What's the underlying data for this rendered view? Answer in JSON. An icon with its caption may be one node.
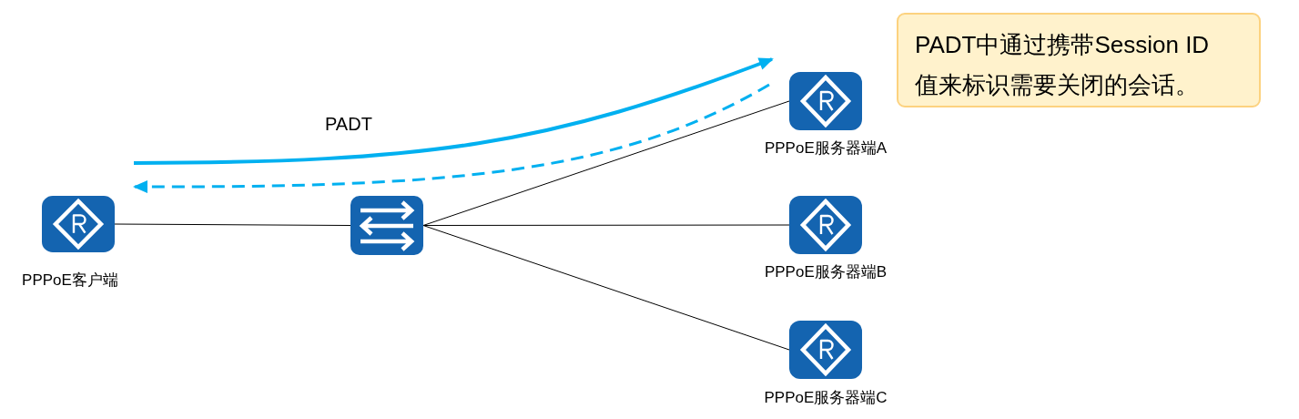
{
  "diagram": {
    "nodes": [
      {
        "text": [
          "PPPoE客户端"
        ]
      },
      {
        "text": [],
        "shape": "picture"
      },
      {
        "text": [
          "PPPoE服务器端A"
        ]
      },
      {
        "text": [
          "PPPoE服务器端B"
        ]
      },
      {
        "text": [
          "PPPoE服务器端C"
        ]
      },
      {
        "text": [
          "PADT中通过携带Session ID值来标识需要关闭的会话。"
        ]
      }
    ],
    "edges": [
      {
        "from": 0,
        "to": 1,
        "arrow": "none"
      },
      {
        "from": 1,
        "to": 2,
        "arrow": "none"
      },
      {
        "from": 1,
        "to": 3,
        "arrow": "none"
      },
      {
        "from": 1,
        "to": 4,
        "arrow": "none"
      },
      {
        "from": 0,
        "to": 2,
        "arrow": "to",
        "label": "PADT",
        "style": "thick",
        "color": "#00b0f0"
      },
      {
        "from": 2,
        "to": 0,
        "arrow": "to",
        "style": "dashed",
        "color": "#00b0f0"
      }
    ]
  }
}
